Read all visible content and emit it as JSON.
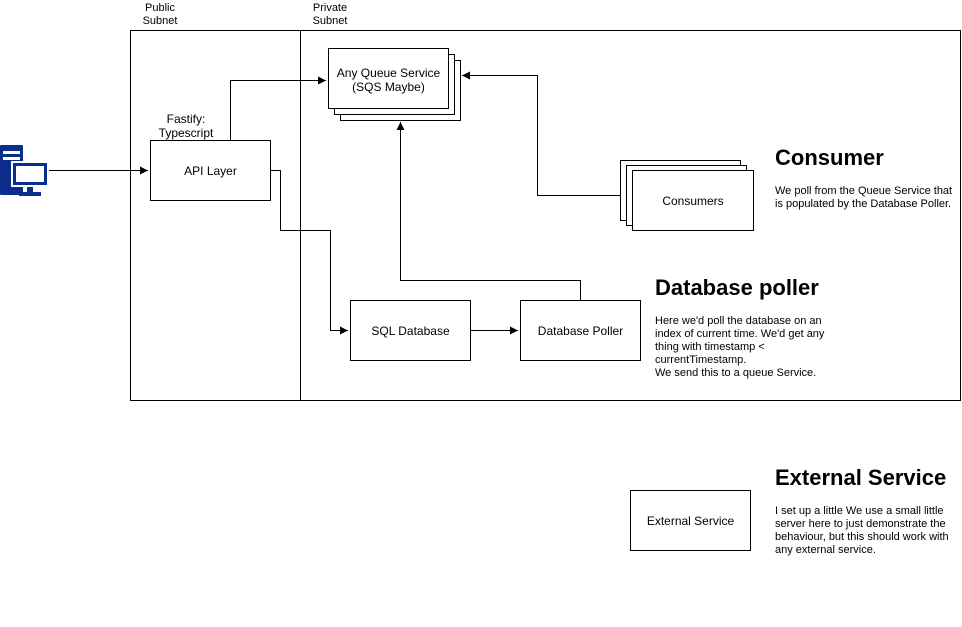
{
  "subnets": {
    "public_label": "Public\nSubnet",
    "private_label": "Private\nSubnet"
  },
  "client": {
    "icon": "computer-icon"
  },
  "api_layer": {
    "label": "API Layer",
    "tech": "Fastify:\nTypescript"
  },
  "queue": {
    "label": "Any Queue Service\n(SQS Maybe)"
  },
  "consumers": {
    "label": "Consumers"
  },
  "sql_database": {
    "label": "SQL Database"
  },
  "database_poller": {
    "label": "Database Poller"
  },
  "external_service": {
    "label": "External Service"
  },
  "sections": {
    "consumer": {
      "title": "Consumer",
      "text": "We poll from the Queue Service that\nis populated by the Database Poller."
    },
    "poller": {
      "title": "Database poller",
      "text": "Here we'd poll the database on an\nindex of current time. We'd get any\nthing with timestamp <\ncurrentTimestamp.\nWe send this to a queue Service."
    },
    "external": {
      "title": "External Service",
      "text": "I set up a little We use a small little\nserver here to just demonstrate the\nbehaviour, but this should work with\nany external service."
    }
  },
  "colors": {
    "icon": "#0b2d8c",
    "line": "#000000"
  }
}
